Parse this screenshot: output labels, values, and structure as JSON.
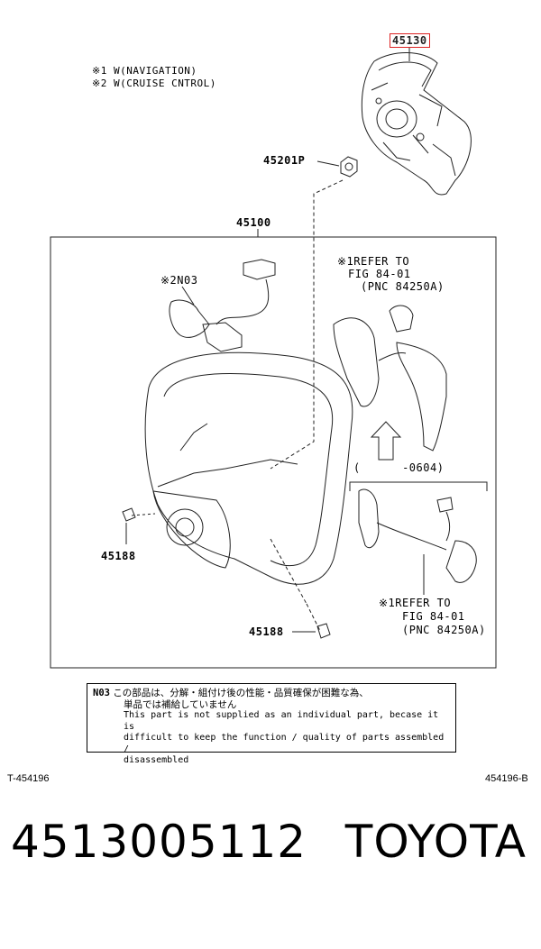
{
  "notes": {
    "w1": "※1 W(NAVIGATION)",
    "w2": "※2 W(CRUISE CNTROL)"
  },
  "parts": {
    "p45130": "45130",
    "p45201p": "45201P",
    "p45100": "45100",
    "n03": "※2N03",
    "p45188_a": "45188",
    "p45188_b": "45188"
  },
  "refer1": {
    "line1": "※1REFER TO",
    "line2": "FIG 84-01",
    "line3": "(PNC 84250A)"
  },
  "refer2": {
    "line1": "※1REFER TO",
    "line2": "FIG 84-01",
    "line3": "(PNC 84250A)"
  },
  "range_label": "(      -0604)",
  "notice": {
    "code": "N03",
    "jp1": "この部品は、分解・組付け後の性能・品質確保が困難な為、",
    "jp2": "単品では補給していません",
    "en1": "This part is not supplied as an individual part, becase it is",
    "en2": "difficult to keep the function / quality of parts assembled /",
    "en3": "disassembled"
  },
  "footer": {
    "left": "T-454196",
    "right": "454196-B"
  },
  "bottom": {
    "part_number": "4513005112",
    "brand": "TOYOTA"
  },
  "colors": {
    "highlight_box": "#dd2222",
    "line": "#222222"
  }
}
